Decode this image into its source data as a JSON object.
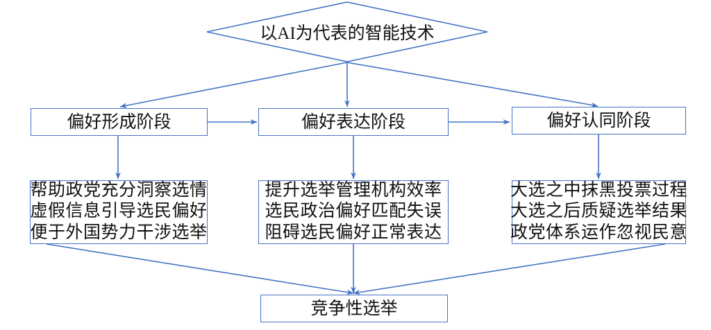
{
  "diagram": {
    "title_node": {
      "label": "以AI为代表的智能技术",
      "shape": "diamond"
    },
    "stages": [
      {
        "label": "偏好形成阶段"
      },
      {
        "label": "偏好表达阶段"
      },
      {
        "label": "偏好认同阶段"
      }
    ],
    "details": [
      {
        "lines": [
          "帮助政党充分洞察选情",
          "虚假信息引导选民偏好",
          "便于外国势力干涉选举"
        ]
      },
      {
        "lines": [
          "提升选举管理机构效率",
          "选民政治偏好匹配失误",
          "阻碍选民偏好正常表达"
        ]
      },
      {
        "lines": [
          "大选之中抹黑投票过程",
          "大选之后质疑选举结果",
          "政党体系运作忽视民意"
        ]
      }
    ],
    "outcome": {
      "label": "竞争性选举"
    },
    "colors": {
      "edge": "#4472c4",
      "node_border": "#4472c4",
      "node_fill": "#ffffff",
      "text": "#111111",
      "background": "#ffffff"
    }
  }
}
